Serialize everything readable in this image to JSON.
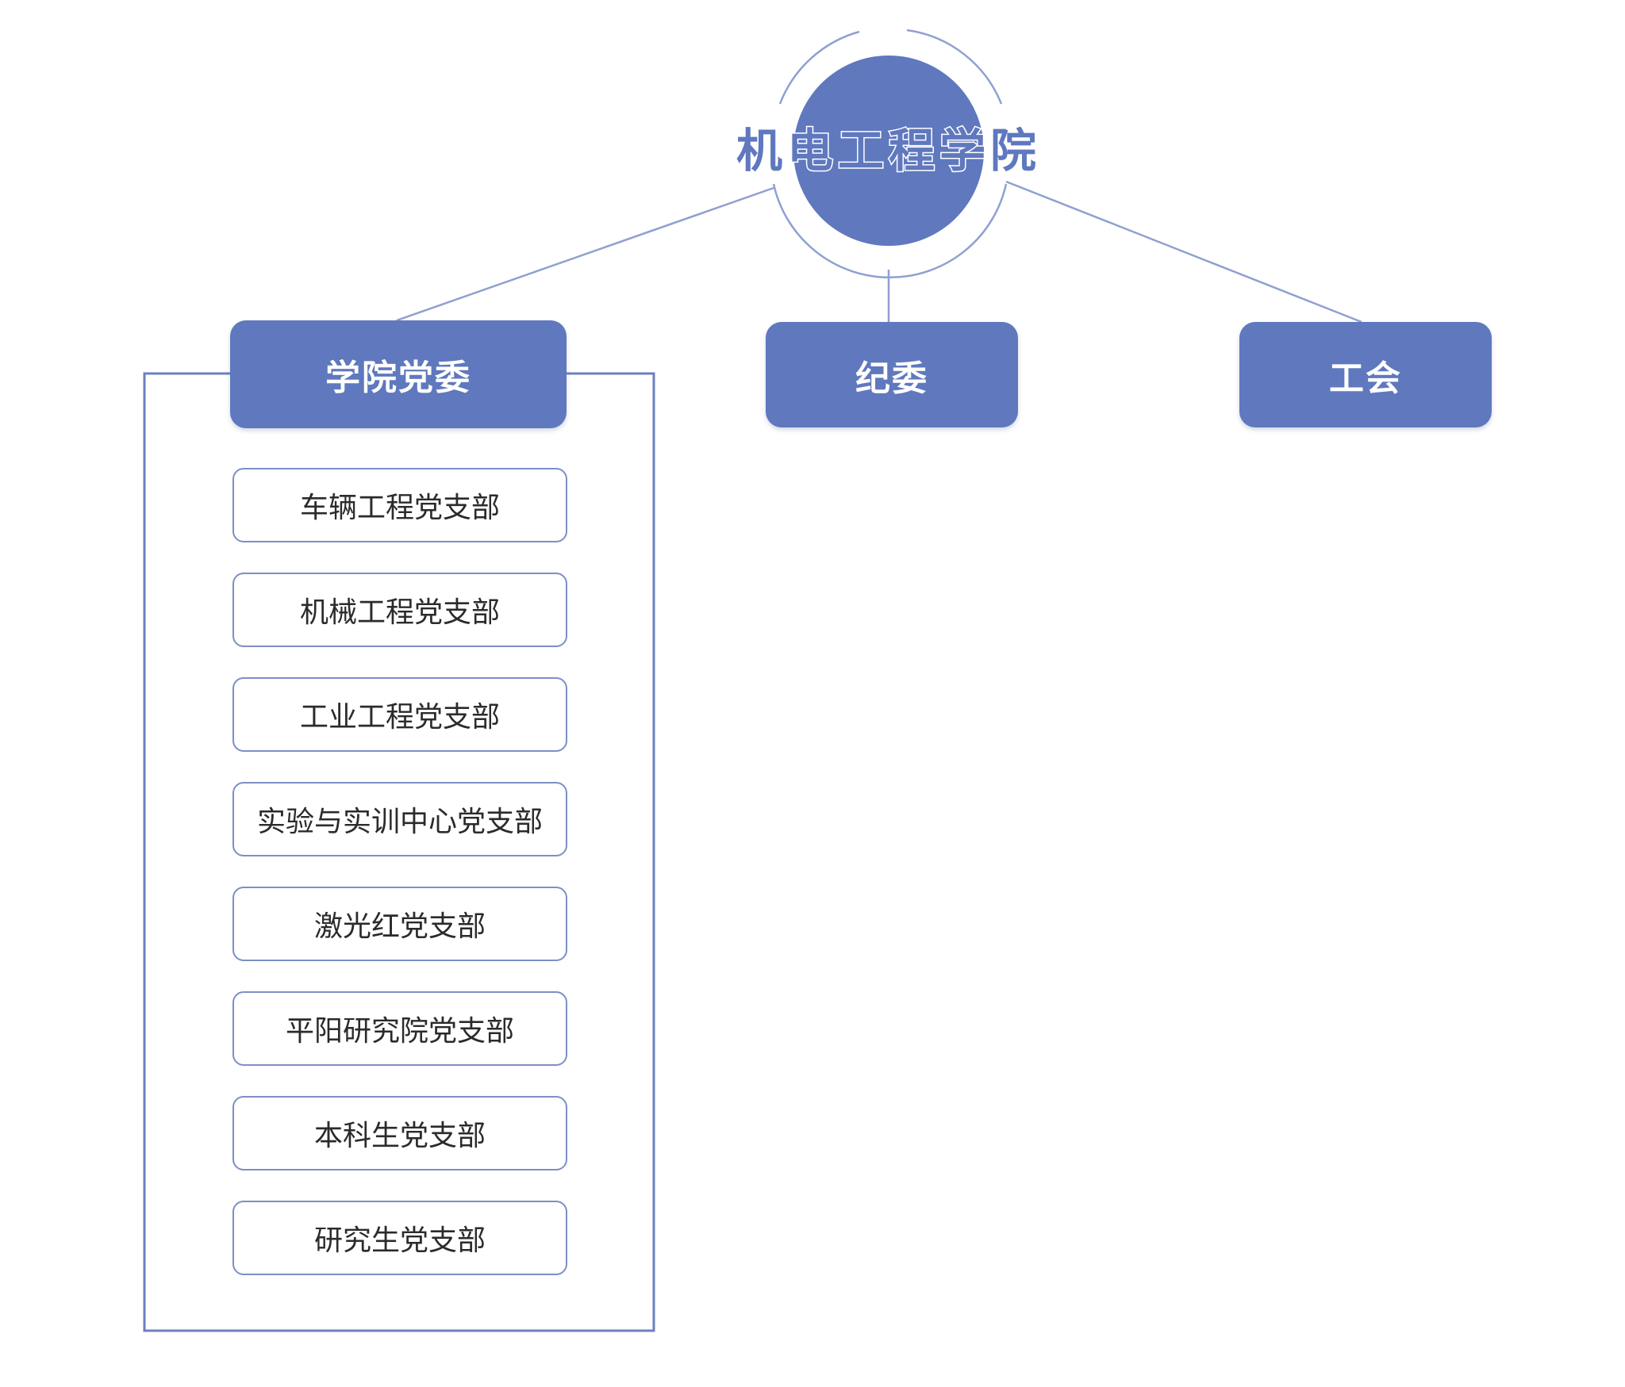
{
  "root": {
    "title": "机电工程学院"
  },
  "committee": {
    "label": "学院党委",
    "branches": [
      "车辆工程党支部",
      "机械工程党支部",
      "工业工程党支部",
      "实验与实训中心党支部",
      "激光红党支部",
      "平阳研究院党支部",
      "本科生党支部",
      "研究生党支部"
    ]
  },
  "discipline": {
    "label": "纪委"
  },
  "union": {
    "label": "工会"
  },
  "colors": {
    "accent": "#5f78be",
    "line": "#8fa0d2",
    "branch_border": "#7d8fc6",
    "text": "#2b2b2b"
  }
}
